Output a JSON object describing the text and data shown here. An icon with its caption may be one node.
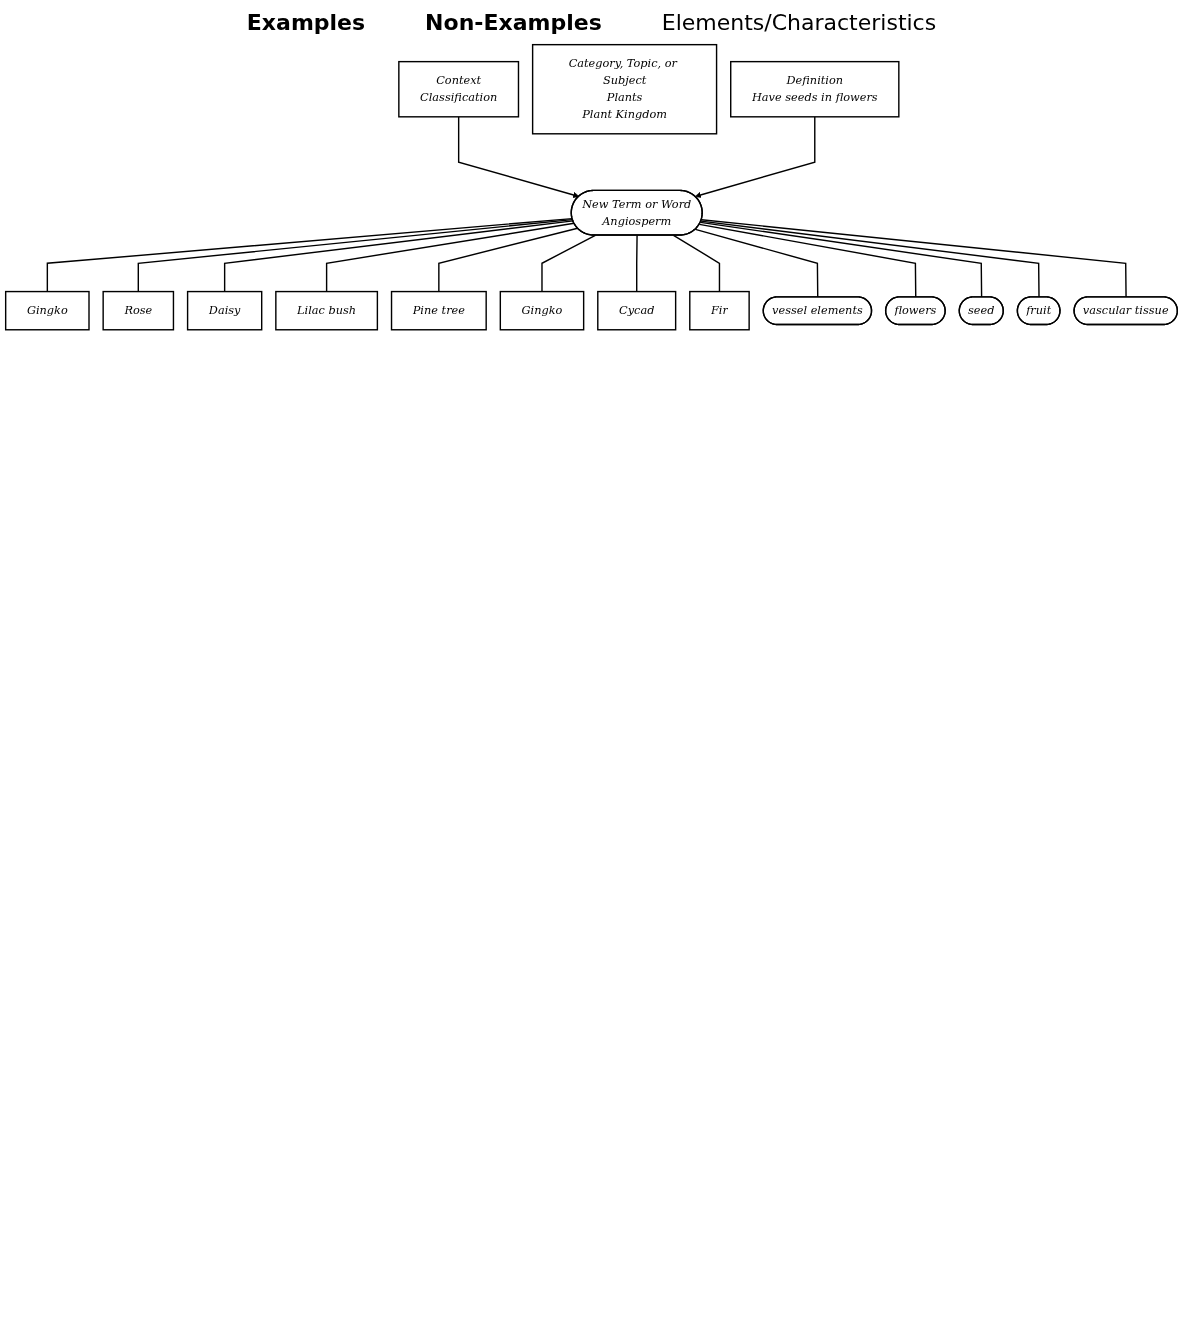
{
  "diagram": {
    "nodes": [
      {
        "text": [
          "Context",
          "Classification"
        ]
      },
      {
        "text": [
          "Category, Topic, or Subject",
          "Plants",
          "Plant Kingdom"
        ]
      },
      {
        "text": [
          "Definition",
          "Have seeds in flowers"
        ]
      },
      {
        "text": [
          "New Term or Word",
          "Angiosperm"
        ]
      },
      {
        "text": [
          "Gingko"
        ]
      },
      {
        "text": [
          "Rose"
        ]
      },
      {
        "text": [
          "Daisy"
        ]
      },
      {
        "text": [
          "Lilac bush"
        ]
      },
      {
        "text": [
          "Pine tree"
        ]
      },
      {
        "text": [
          "Gingko"
        ]
      },
      {
        "text": [
          "Cycad"
        ]
      },
      {
        "text": [
          "Fir"
        ]
      },
      {
        "text": [
          "vessel elements"
        ]
      },
      {
        "text": [
          "flowers"
        ]
      },
      {
        "text": [
          "seed"
        ]
      },
      {
        "text": [
          "fruit"
        ]
      },
      {
        "text": [
          "vascular tissue"
        ]
      }
    ],
    "edges": [
      {
        "from": 0,
        "to": 3,
        "arrow": "to"
      },
      {
        "from": 2,
        "to": 3,
        "arrow": "to"
      },
      {
        "from": 3,
        "to": 4,
        "arrow": "none"
      },
      {
        "from": 3,
        "to": 5,
        "arrow": "none"
      },
      {
        "from": 3,
        "to": 6,
        "arrow": "none"
      },
      {
        "from": 3,
        "to": 7,
        "arrow": "none"
      },
      {
        "from": 3,
        "to": 8,
        "arrow": "none"
      },
      {
        "from": 3,
        "to": 9,
        "arrow": "none"
      },
      {
        "from": 3,
        "to": 10,
        "arrow": "none"
      },
      {
        "from": 3,
        "to": 11,
        "arrow": "none"
      },
      {
        "from": 3,
        "to": 12,
        "arrow": "none"
      },
      {
        "from": 3,
        "to": 13,
        "arrow": "none"
      },
      {
        "from": 3,
        "to": 14,
        "arrow": "none"
      },
      {
        "from": 3,
        "to": 15,
        "arrow": "none"
      },
      {
        "from": 3,
        "to": 16,
        "arrow": "none"
      }
    ],
    "labels": [
      "Examples",
      "Non-Examples",
      "Elements/Characteristics"
    ]
  }
}
